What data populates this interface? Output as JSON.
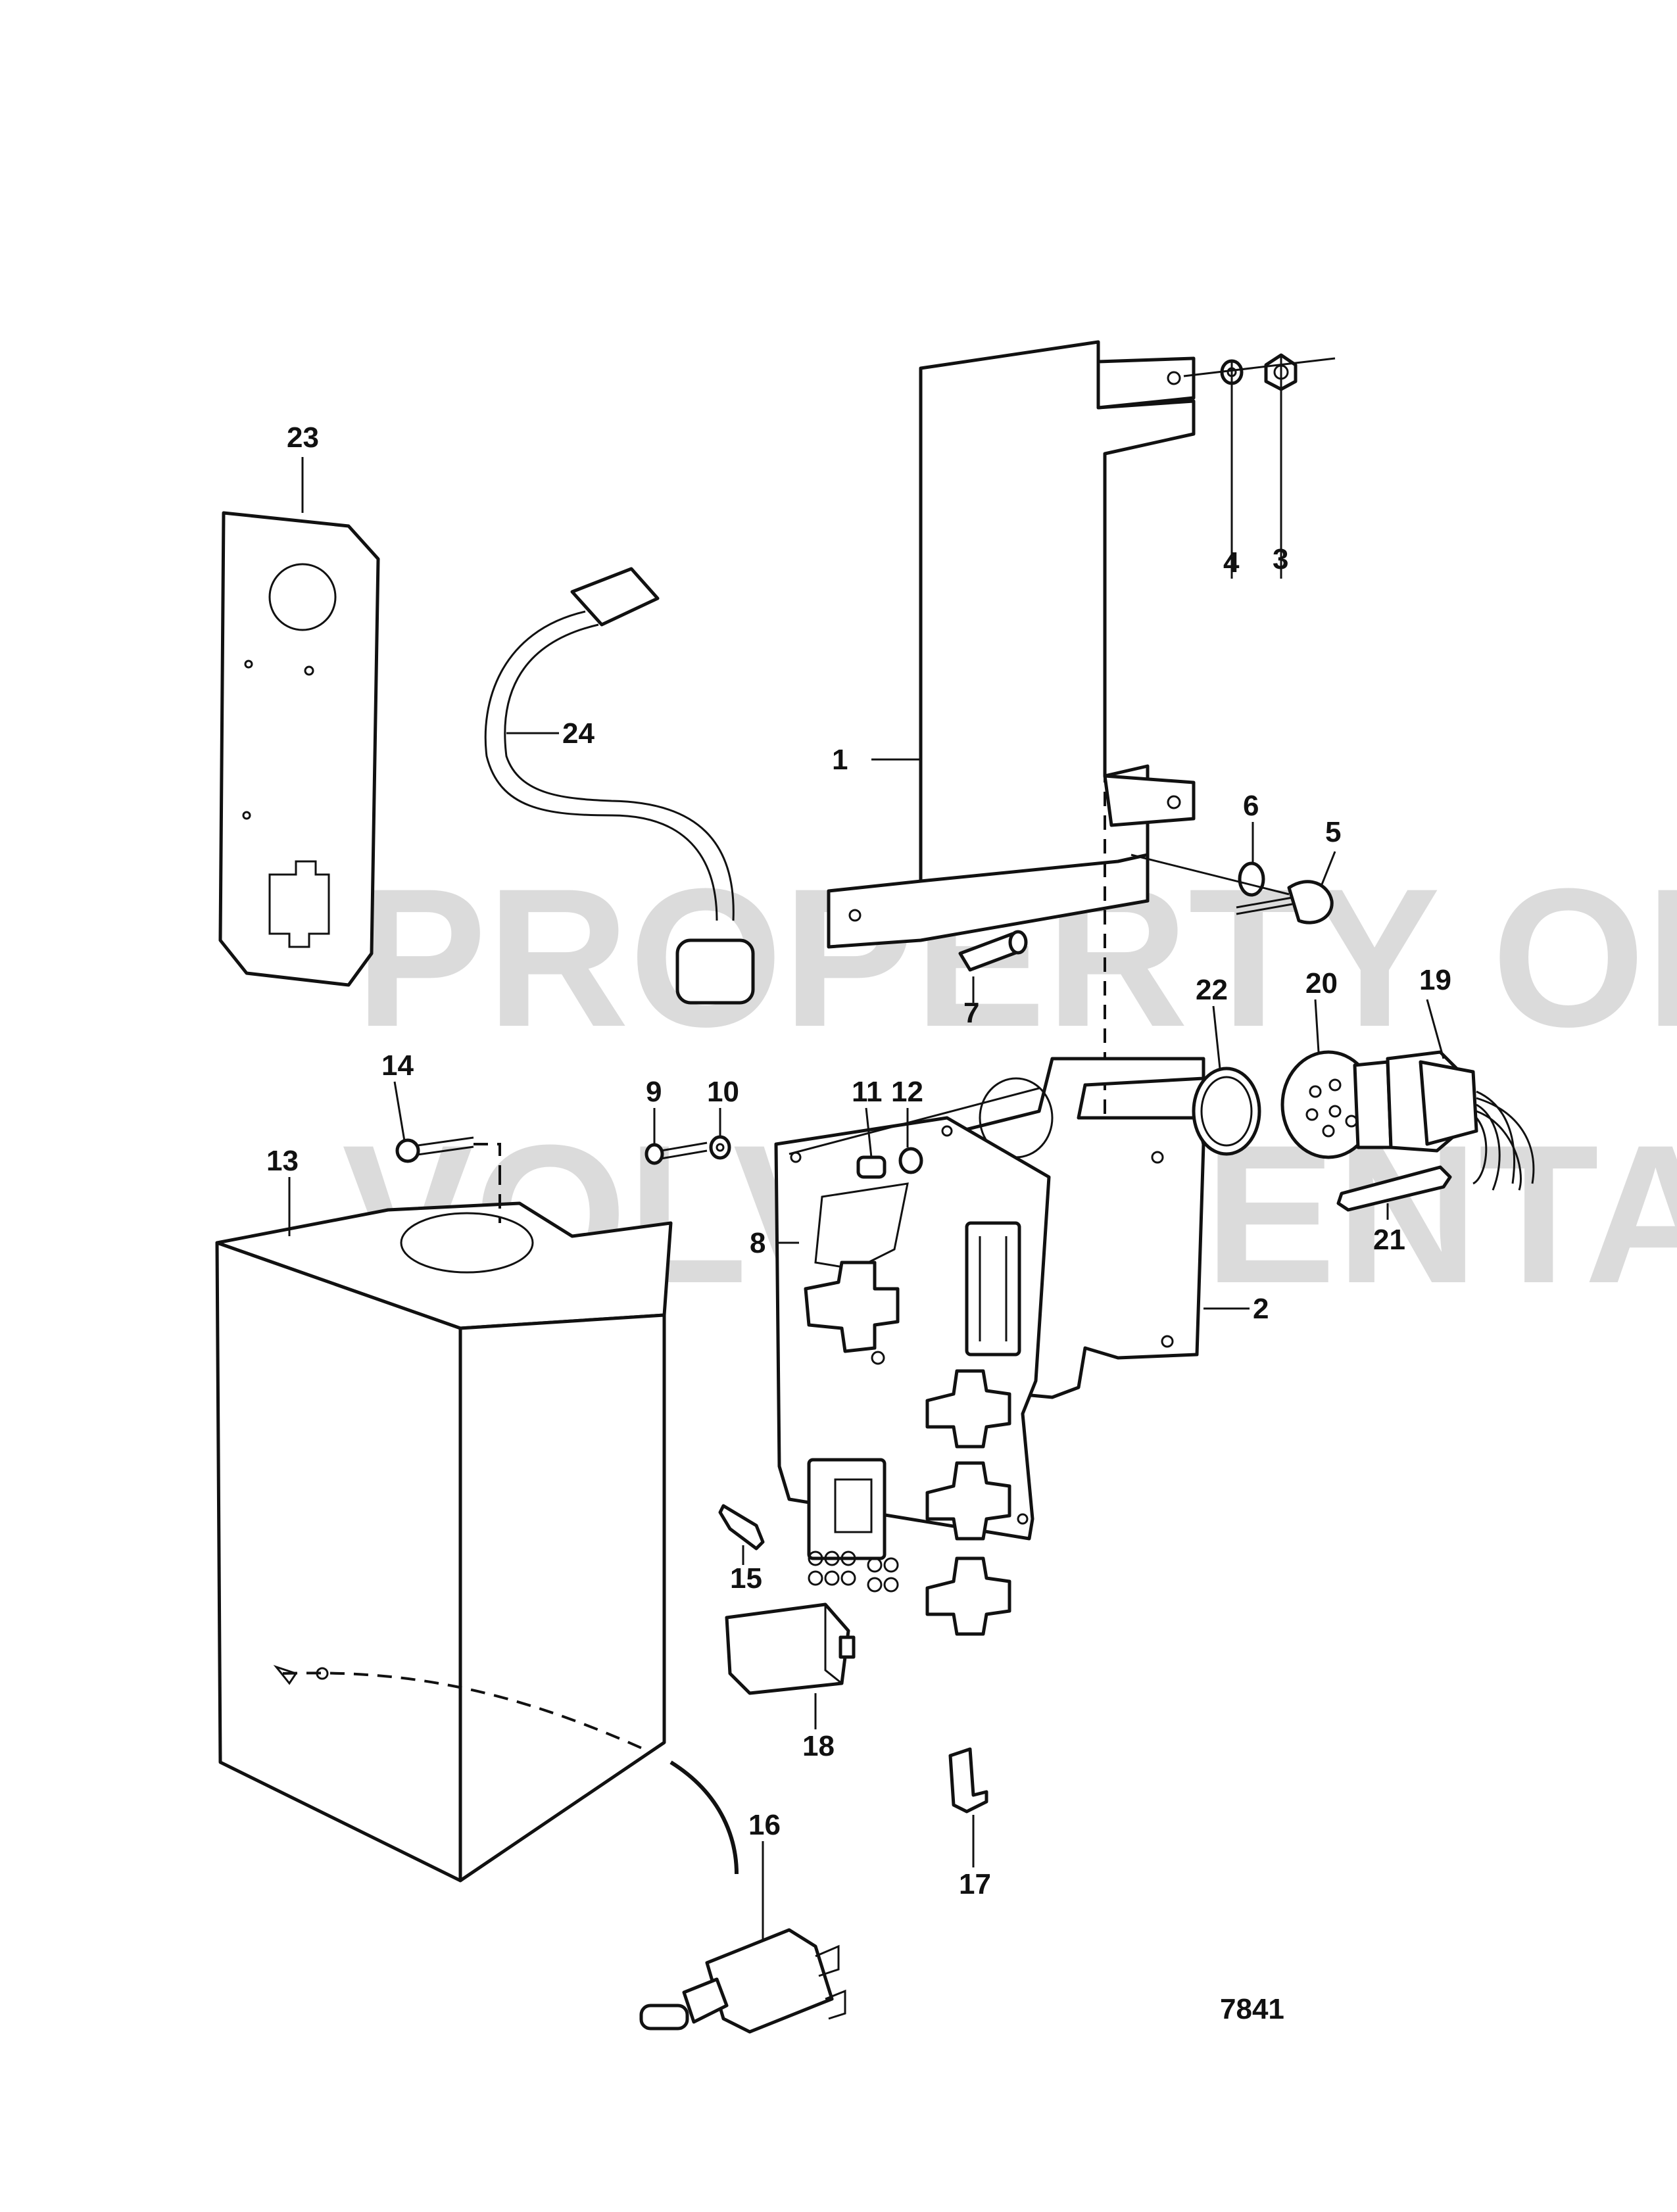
{
  "diagram": {
    "drawing_number": "7841",
    "watermark": [
      "PROPERTY OF",
      "VOLVO PENTA"
    ],
    "callouts": [
      {
        "id": "c1",
        "label": "1"
      },
      {
        "id": "c2",
        "label": "2"
      },
      {
        "id": "c3",
        "label": "3"
      },
      {
        "id": "c4",
        "label": "4"
      },
      {
        "id": "c5",
        "label": "5"
      },
      {
        "id": "c6",
        "label": "6"
      },
      {
        "id": "c7",
        "label": "7"
      },
      {
        "id": "c8",
        "label": "8"
      },
      {
        "id": "c9",
        "label": "9"
      },
      {
        "id": "c10",
        "label": "10"
      },
      {
        "id": "c11",
        "label": "11"
      },
      {
        "id": "c12",
        "label": "12"
      },
      {
        "id": "c13",
        "label": "13"
      },
      {
        "id": "c14",
        "label": "14"
      },
      {
        "id": "c15",
        "label": "15"
      },
      {
        "id": "c16",
        "label": "16"
      },
      {
        "id": "c17",
        "label": "17"
      },
      {
        "id": "c18",
        "label": "18"
      },
      {
        "id": "c19",
        "label": "19"
      },
      {
        "id": "c20",
        "label": "20"
      },
      {
        "id": "c21",
        "label": "21"
      },
      {
        "id": "c22",
        "label": "22"
      },
      {
        "id": "c23",
        "label": "23"
      },
      {
        "id": "c24",
        "label": "24"
      }
    ]
  }
}
